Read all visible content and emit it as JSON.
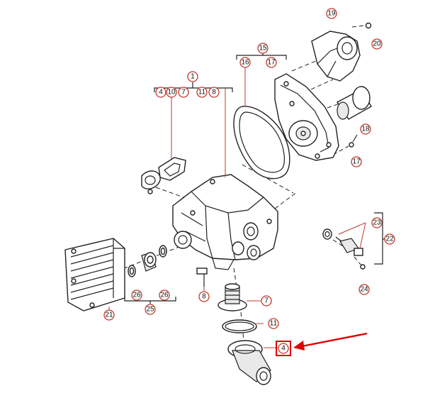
{
  "callouts": {
    "c1": "1",
    "c4a": "4",
    "c10": "10",
    "c7a": "7",
    "c11a": "11",
    "c8a": "8",
    "c15": "15",
    "c16": "16",
    "c17a": "17",
    "c19": "19",
    "c20": "20",
    "c18": "18",
    "c17b": "17",
    "c23": "23",
    "c22": "22",
    "c24": "24",
    "c21": "21",
    "c26a": "26",
    "c26b": "26",
    "c25": "25",
    "c8b": "8",
    "c7b": "7",
    "c11b": "11",
    "c4b": "4"
  },
  "colors": {
    "accent": "#e00000",
    "callout_ring": "#c0392b",
    "line": "#222222"
  }
}
